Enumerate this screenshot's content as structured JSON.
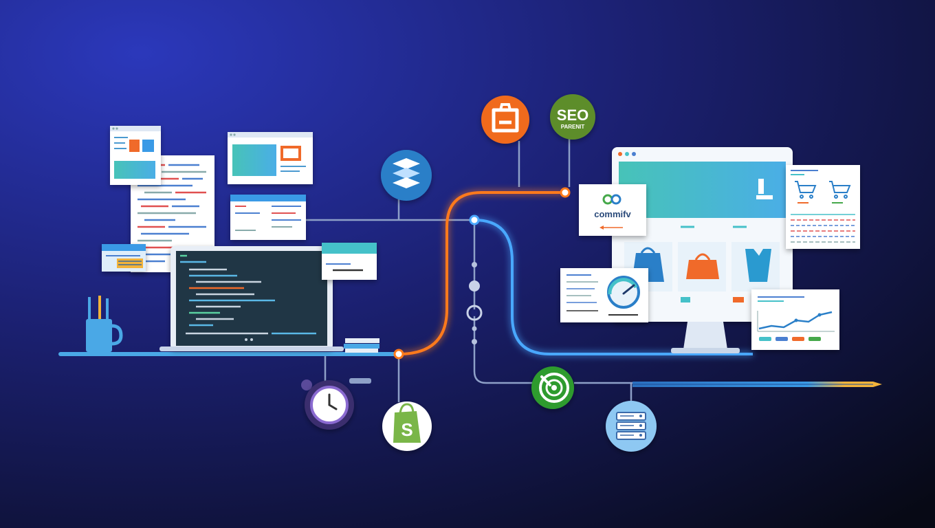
{
  "badges": {
    "seo_line1": "SEO",
    "seo_line2": "PARENIT"
  },
  "cards": {
    "commify_logo": "commifv"
  },
  "icons": {
    "layers": "layers-icon",
    "box": "box-icon",
    "seo": "seo-badge-icon",
    "shopify": "shopify-bag-icon",
    "clock": "clock-icon",
    "target": "target-icon",
    "server": "server-icon",
    "cart": "cart-icon",
    "gauge": "gauge-icon"
  },
  "colors": {
    "bg_start": "#2a36b4",
    "bg_mid": "#1a1f6e",
    "bg_end": "#070a18",
    "orange_line": "#ff7a1a",
    "blue_line": "#4aa8ff",
    "accent_teal": "#45c1c9",
    "accent_orange": "#f06a2a",
    "seo_green": "#5d8d2a",
    "shopify_green": "#7ab648",
    "target_green": "#2f9b2f"
  }
}
